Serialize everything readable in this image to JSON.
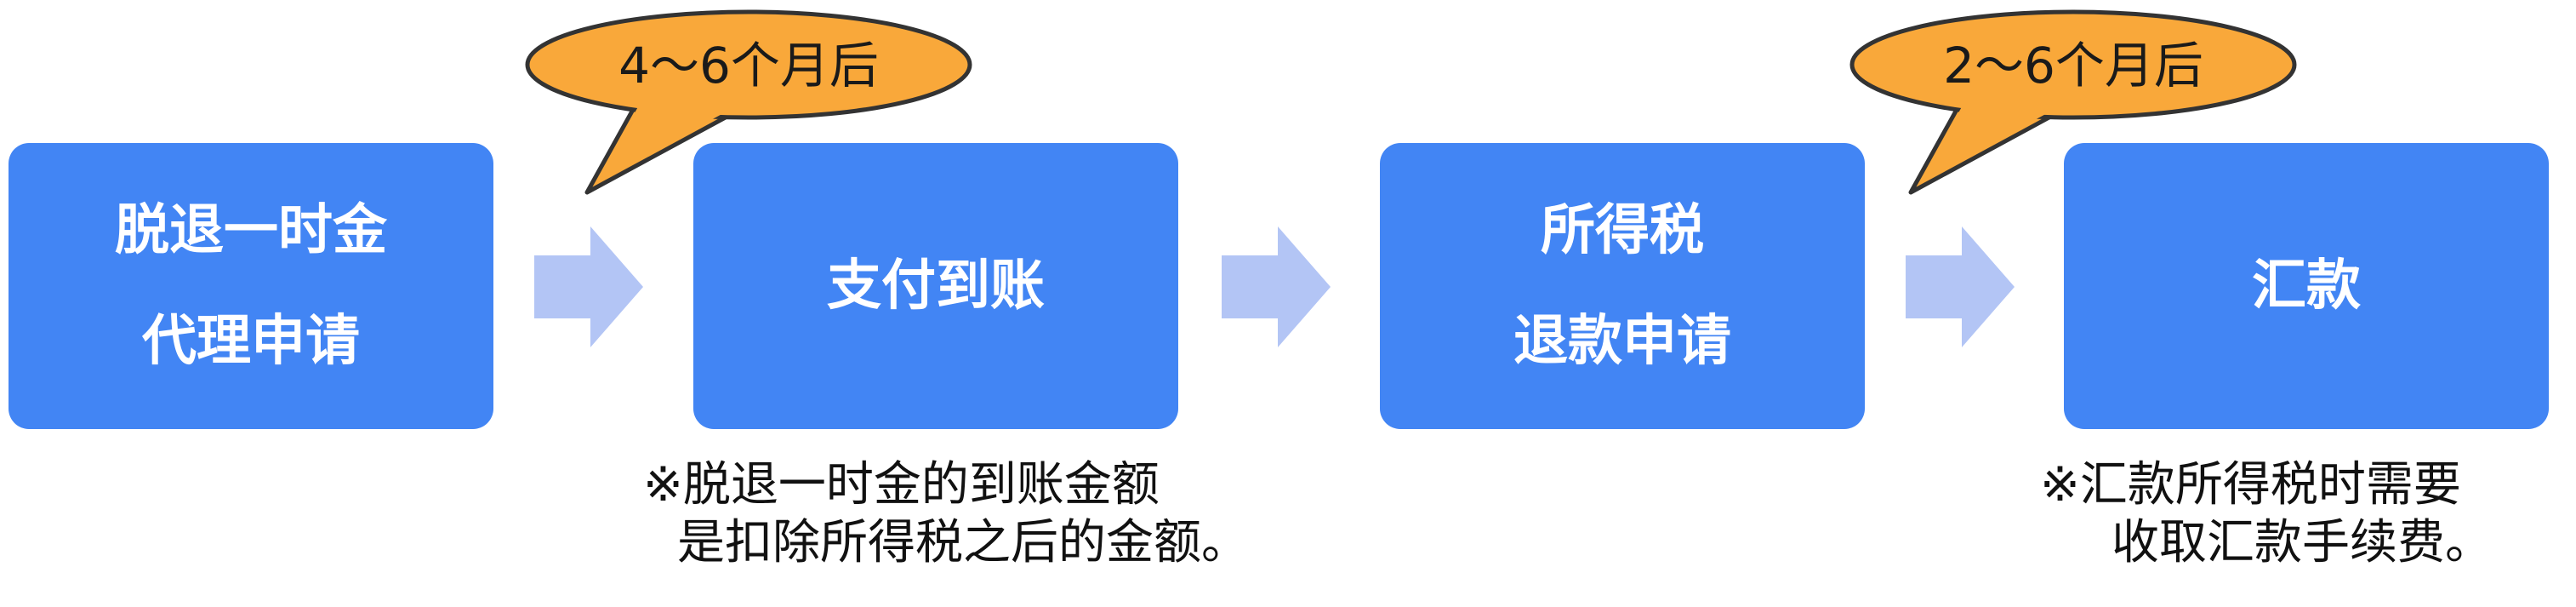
{
  "steps": [
    {
      "lines": [
        "脱退一时金",
        "代理申请"
      ]
    },
    {
      "lines": [
        "支付到账"
      ]
    },
    {
      "lines": [
        "所得税",
        "退款申请"
      ]
    },
    {
      "lines": [
        "汇款"
      ]
    }
  ],
  "callouts": [
    {
      "text": "4～6个月后"
    },
    {
      "text": "2～6个月后"
    }
  ],
  "notes": [
    {
      "lines": [
        "※脱退一时金的到账金额",
        "是扣除所得税之后的金额。"
      ]
    },
    {
      "lines": [
        "※汇款所得税时需要",
        "收取汇款手续费。"
      ]
    }
  ],
  "colors": {
    "box": "#4285f4",
    "arrow": "#b3c5f5",
    "bubble_fill": "#f9a83a",
    "bubble_stroke": "#333333"
  }
}
